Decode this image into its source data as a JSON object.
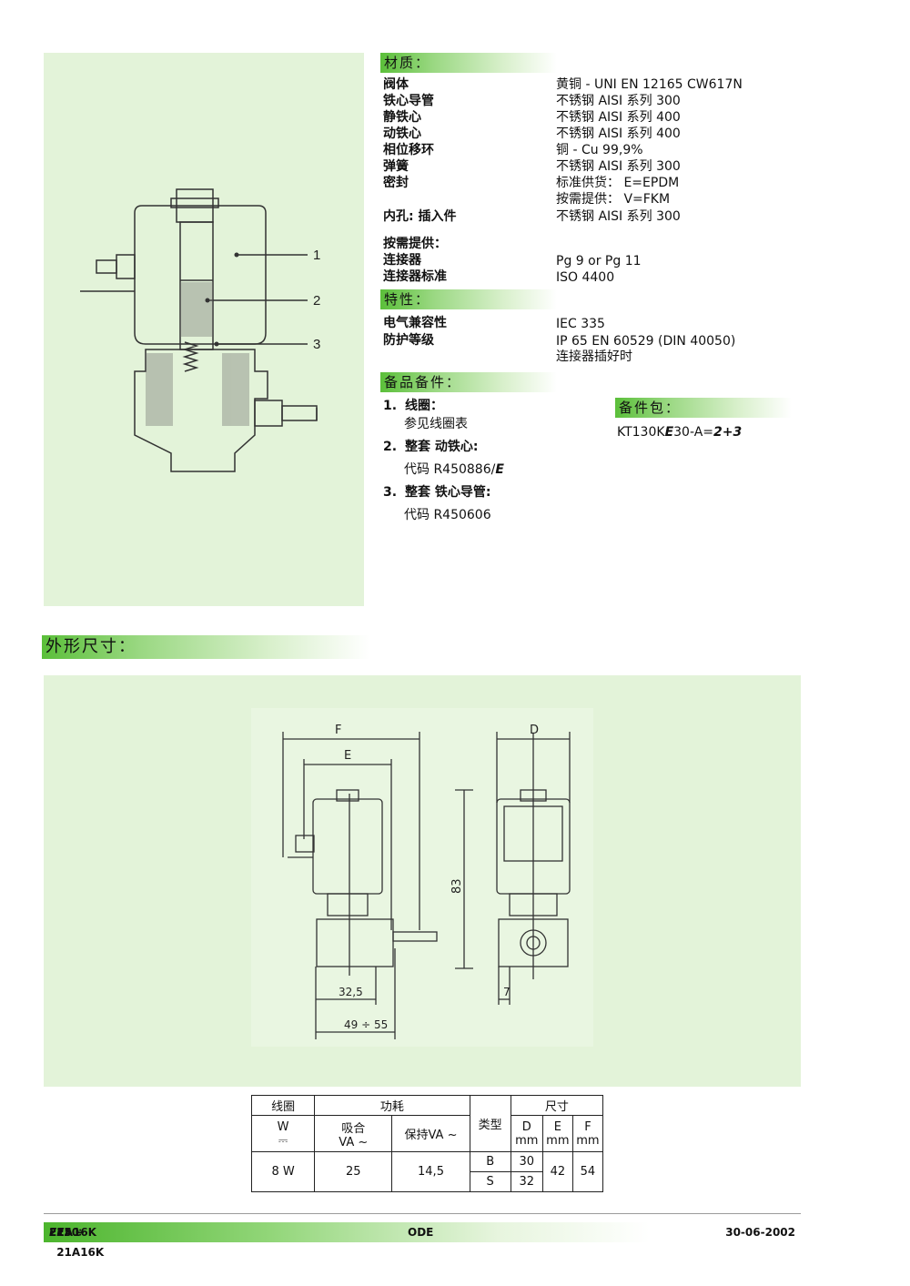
{
  "materials": {
    "header": "材质：",
    "rows": [
      {
        "label": "阀体",
        "value": "黄铜 - UNI EN 12165 CW617N"
      },
      {
        "label": "铁心导管",
        "value": "不锈钢 AISI 系列 300"
      },
      {
        "label": "静铁心",
        "value": "不锈钢 AISI 系列 400"
      },
      {
        "label": "动铁心",
        "value": "不锈钢 AISI 系列 400"
      },
      {
        "label": "相位移环",
        "value": "铜 - Cu 99,9%"
      },
      {
        "label": "弹簧",
        "value": "不锈钢 AISI 系列 300"
      },
      {
        "label": "密封",
        "value": "标准供货：  E=EPDM"
      },
      {
        "label": "",
        "value": "按需提供：  V=FKM"
      },
      {
        "label": "内孔: 插入件",
        "value": "不锈钢 AISI 系列 300"
      }
    ],
    "on_request_label": "按需提供：",
    "connector_label": "连接器",
    "connector_value": "Pg 9 or Pg 11",
    "connector_std_label": "连接器标准",
    "connector_std_value": "ISO 4400"
  },
  "features": {
    "header": "特性：",
    "rows": [
      {
        "label": "电气兼容性",
        "value": "IEC 335"
      },
      {
        "label": "防护等级",
        "value": "IP 65 EN 60529 (DIN 40050)"
      },
      {
        "label": "",
        "value": "连接器插好时"
      }
    ]
  },
  "spares": {
    "header": "备品备件：",
    "items": [
      {
        "num": "1.",
        "title": "线圈：",
        "sub": "参见线圈表"
      },
      {
        "num": "2.",
        "title": "整套 动铁心:",
        "sub": "代码 R450886/",
        "sub_em": "E"
      },
      {
        "num": "3.",
        "title": "整套 铁心导管:",
        "sub": "代码 R450606"
      }
    ]
  },
  "kit": {
    "header": "备件包：",
    "code_pre": "KT130K",
    "code_em": "E",
    "code_mid": "30-A=",
    "code_bold": "2+3"
  },
  "section_view": {
    "callouts": [
      "1",
      "2",
      "3"
    ]
  },
  "dimensions": {
    "header": "外形尺寸：",
    "labels": {
      "F": "F",
      "E": "E",
      "D": "D",
      "h83": "83",
      "w325": "32,5",
      "w4955": "49 ÷ 55",
      "w7": "7"
    }
  },
  "table": {
    "h_coil": "线圈",
    "h_power": "功耗",
    "h_type": "类型",
    "h_dims": "尺寸",
    "h_w": "W",
    "h_dc": "⎓",
    "h_inrush": "吸合",
    "h_inrush_unit": "VA ~",
    "h_hold": "保持VA ~",
    "h_d": "D",
    "h_e": "E",
    "h_f": "F",
    "h_mm": "mm",
    "row": {
      "w": "8 W",
      "inrush": "25",
      "hold": "14,5",
      "type_b": "B",
      "d_b": "30",
      "type_s": "S",
      "d_s": "32",
      "e": "42",
      "f": "54"
    }
  },
  "footer": {
    "left_a": "21A16K",
    "left_em1": "E",
    "left_b": "25 ÷ 21A16K",
    "left_em2": "E",
    "left_c": "30",
    "center": "ODE",
    "right": "30-06-2002"
  }
}
